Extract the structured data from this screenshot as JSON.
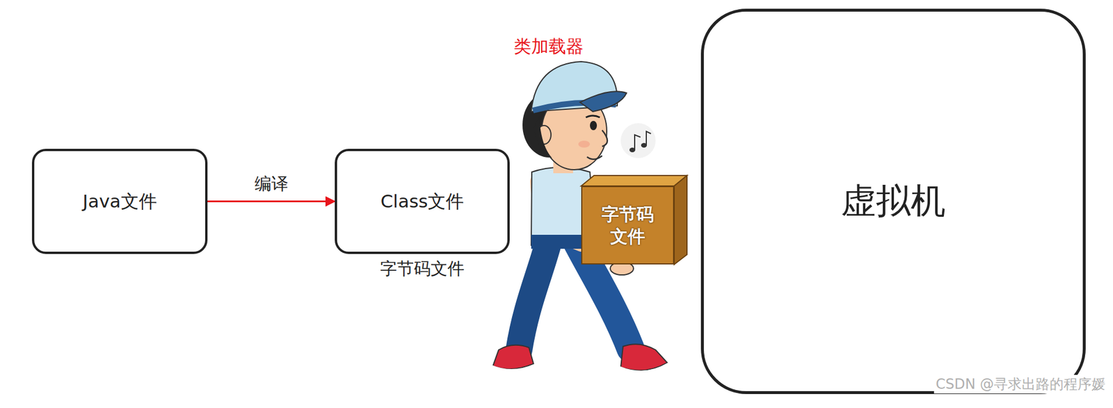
{
  "diagram": {
    "nodes": [
      {
        "text": [
          "Java文件"
        ]
      },
      {
        "text": [
          "Class文件",
          "字节码文件"
        ]
      },
      {
        "text": [
          "字节码 文件"
        ]
      },
      {
        "text": [
          "虚拟机"
        ]
      }
    ],
    "edges": [
      {
        "from": 0,
        "to": 1,
        "label": "编译",
        "arrow": "to"
      }
    ],
    "labels": [
      "类加载器",
      "CSDN @寻求出路的程序媛"
    ]
  }
}
